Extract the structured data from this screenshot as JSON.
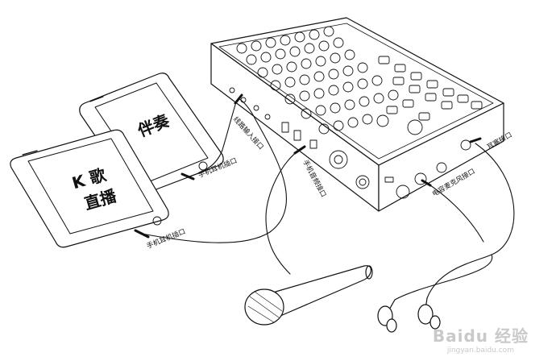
{
  "phones": {
    "front": {
      "line1": "K 歌",
      "line2": "直播"
    },
    "back": {
      "line1": "伴奏"
    }
  },
  "labels": {
    "line_in": "线路输入接口",
    "phone_headset_1": "手机耳机插口",
    "phone_headset_2": "手机耳机插口",
    "phone_audio": "手机音频接口",
    "condenser_mic": "电容麦克风接口",
    "headphone": "耳塞接口"
  },
  "watermark": {
    "brand": "Baidu 经验",
    "url": "jingyan.baidu.com"
  }
}
